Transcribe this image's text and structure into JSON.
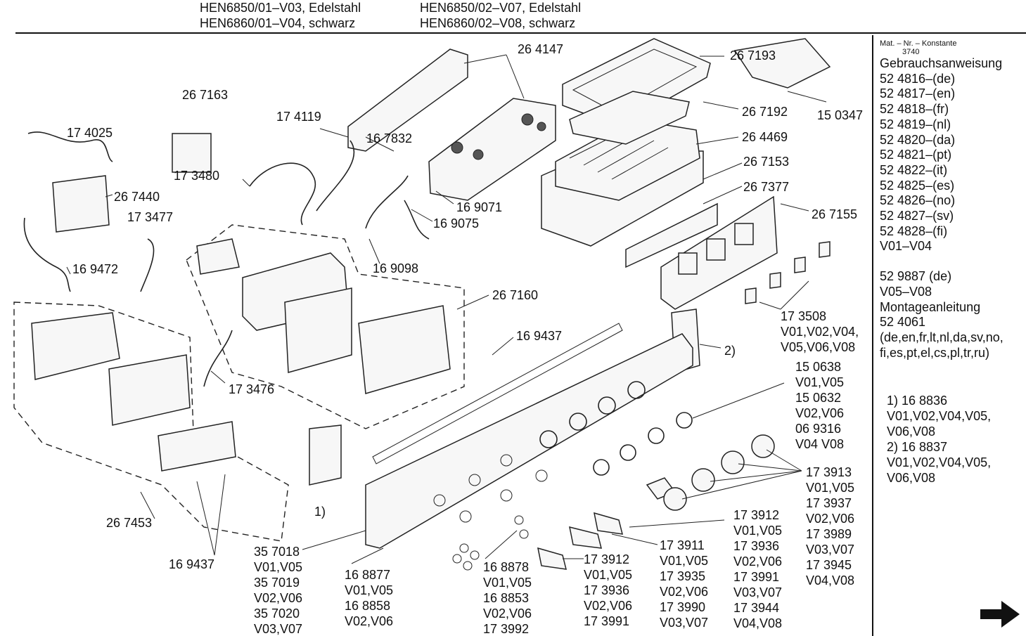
{
  "header": {
    "left": [
      "HEN6850/01–V03, Edelstahl",
      "HEN6860/01–V04, schwarz"
    ],
    "right": [
      "HEN6850/02–V07, Edelstahl",
      "HEN6860/02–V08, schwarz"
    ]
  },
  "sidebar": {
    "const_label": "Mat. – Nr. – Konstante",
    "const_value": "3740",
    "lines_a": [
      "Gebrauchsanweisung",
      "52 4816–(de)",
      "52 4817–(en)",
      "52 4818–(fr)",
      "52 4819–(nl)",
      "52 4820–(da)",
      "52 4821–(pt)",
      "52 4822–(it)",
      "52 4825–(es)",
      "52 4826–(no)",
      "52 4827–(sv)",
      "52 4828–(fi)",
      "V01–V04"
    ],
    "lines_b": [
      "52 9887 (de)",
      "V05–V08",
      "Montageanleitung",
      "52 4061",
      "(de,en,fr,lt,nl,da,sv,no,",
      "fi,es,pt,el,cs,pl,tr,ru)"
    ],
    "notes": [
      "1) 16 8836",
      "V01,V02,V04,V05,",
      "V06,V08",
      "2) 16 8837",
      "V01,V02,V04,V05,",
      "V06,V08"
    ]
  },
  "callouts": {
    "c264147": "26 4147",
    "c267193": "26 7193",
    "c150347": "15 0347",
    "c267192": "26 7192",
    "c264469": "26 4469",
    "c267153": "26 7153",
    "c267377": "26 7377",
    "c267155": "26 7155",
    "c267163": "26 7163",
    "c174119": "17 4119",
    "c167832": "16 7832",
    "c174025": "17 4025",
    "c173480": "17 3480",
    "c267440": "26 7440",
    "c173477": "17 3477",
    "c169071": "16 9071",
    "c169075": "16 9075",
    "c169472": "16 9472",
    "c169098": "16 9098",
    "c267160": "26 7160",
    "c169437a": "16 9437",
    "c173476": "17 3476",
    "c267453": "26 7453",
    "c169437b": "16 9437",
    "c173508": [
      "17 3508",
      "V01,V02,V04,",
      "V05,V06,V08"
    ],
    "note2": "2)",
    "note1": "1)",
    "c150638": [
      "15 0638",
      "V01,V05",
      "15 0632",
      "V02,V06",
      "06 9316",
      "V04 V08"
    ],
    "c173913": [
      "17 3913",
      "V01,V05",
      "17 3937",
      "V02,V06",
      "17 3989",
      "V03,V07",
      "17 3945",
      "V04,V08"
    ],
    "c173912a": [
      "17 3912",
      "V01,V05",
      "17 3936",
      "V02,V06",
      "17 3991",
      "V03,V07",
      "17 3944",
      "V04,V08"
    ],
    "c173911": [
      "17 3911",
      "V01,V05",
      "17 3935",
      "V02,V06",
      "17 3990",
      "V03,V07"
    ],
    "c173912b": [
      "17 3912",
      "V01,V05",
      "17 3936",
      "V02,V06",
      "17 3991"
    ],
    "c168878": [
      "16 8878",
      "V01,V05",
      "16 8853",
      "V02,V06",
      "17 3992"
    ],
    "c168877": [
      "16 8877",
      "V01,V05",
      "16 8858",
      "V02,V06"
    ],
    "c357018": [
      "35 7018",
      "V01,V05",
      "35 7019",
      "V02,V06",
      "35 7020",
      "V03,V07"
    ]
  },
  "icons": {
    "next_page": "right-arrow-icon"
  }
}
